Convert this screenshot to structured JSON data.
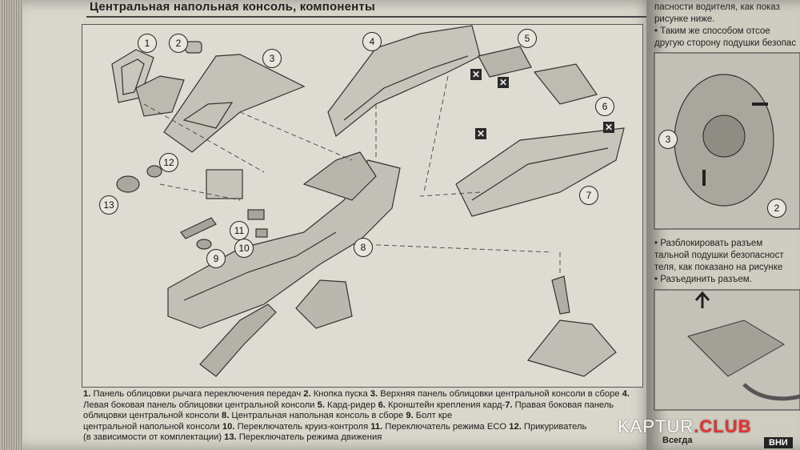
{
  "header": {
    "title": "Центральная напольная консоль, компоненты"
  },
  "diagram": {
    "callouts": [
      "1",
      "2",
      "3",
      "4",
      "5",
      "6",
      "7",
      "8",
      "9",
      "10",
      "11",
      "12",
      "13"
    ],
    "icons": [
      "cross-box-icon",
      "clip-triangle-icon"
    ]
  },
  "caption": {
    "items": [
      {
        "num": "1.",
        "text": " Панель облицовки рычага переключения передач "
      },
      {
        "num": "2.",
        "text": " Кнопка пуска "
      },
      {
        "num": "3.",
        "text": " Верхняя панель облицовки центральной консоли в сборе "
      },
      {
        "num": "4.",
        "text": " Левая боковая панель облицовки центральной консоли "
      },
      {
        "num": "5.",
        "text": " Кард-ридер "
      },
      {
        "num": "6.",
        "text": " Кронштейн крепления кард-"
      },
      {
        "num": "7.",
        "text": " Правая боковая панель облицовки центральной консоли "
      },
      {
        "num": "8.",
        "text": " Центральная напольная консоль в сборе "
      },
      {
        "num": "9.",
        "text": " Болт кре"
      },
      {
        "num": "",
        "text": "центральной напольной консоли "
      },
      {
        "num": "10.",
        "text": " Переключатель круиз-контроля "
      },
      {
        "num": "11.",
        "text": " Переключатель режима ECO "
      },
      {
        "num": "12.",
        "text": " Прикуриватель"
      },
      {
        "num": "",
        "text": "(в зависимости от комплектации) "
      },
      {
        "num": "13.",
        "text": " Переключатель режима движения"
      }
    ]
  },
  "right_page": {
    "lines_top": [
      "пасности водителя, как показ",
      "рисунке ниже.",
      "• Таким же способом отсое",
      "другую сторону подушки безопас"
    ],
    "figure_callouts": [
      "3",
      "2"
    ],
    "bullets": [
      "• Разблокировать разъем",
      "тальной подушки безопасност",
      "теля, как показано на рисунке",
      "• Разъединить разъем."
    ],
    "bottom_text": "Всегда",
    "bottom_tab": "ВНИ"
  },
  "watermark": {
    "prefix": "KAPTUR",
    "dot": ".",
    "suffix": "CLUB"
  }
}
